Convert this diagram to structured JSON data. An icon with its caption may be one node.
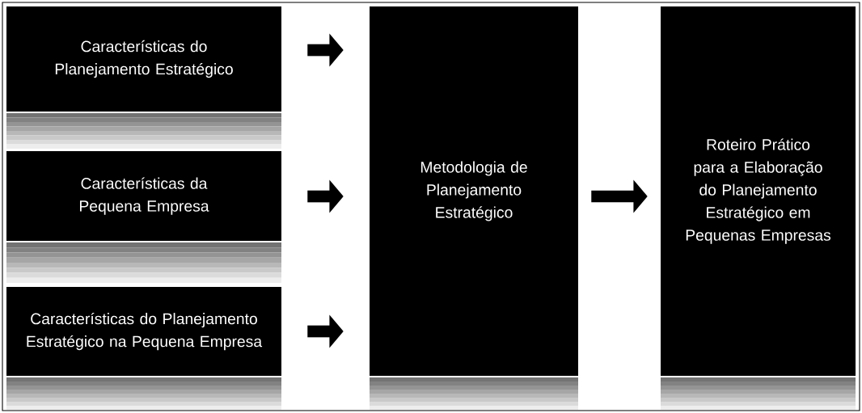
{
  "diagram": {
    "nodes": [
      {
        "text": [
          "Características do Planejamento Estratégico"
        ]
      },
      {
        "text": [
          "Características da Pequena Empresa"
        ]
      },
      {
        "text": [
          "Características do Planejamento Estratégico na Pequena Empresa"
        ]
      },
      {
        "text": [
          "Metodologia de Planejamento Estratégico"
        ]
      },
      {
        "text": [
          "Roteiro Prático para a Elaboração do Planejamento Estratégico em Pequenas Empresas"
        ]
      }
    ],
    "edges": [
      {
        "from": 0,
        "to": 3,
        "arrow": "to"
      },
      {
        "from": 1,
        "to": 3,
        "arrow": "to"
      },
      {
        "from": 2,
        "to": 3,
        "arrow": "to"
      },
      {
        "from": 3,
        "to": 4,
        "arrow": "to"
      }
    ]
  }
}
